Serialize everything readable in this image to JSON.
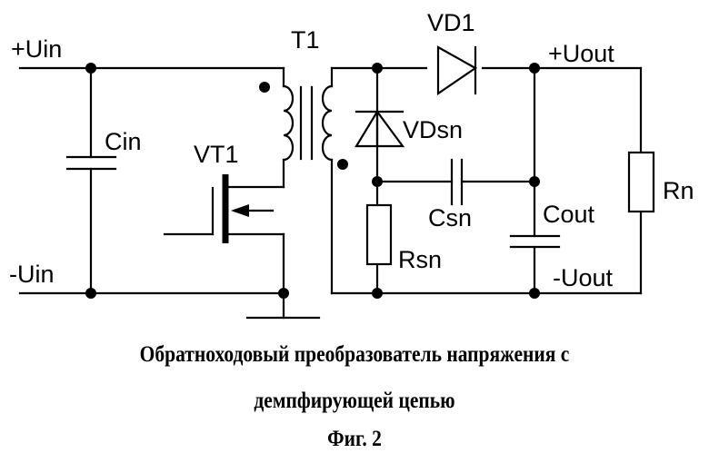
{
  "figure": {
    "caption_line1": "Обратноходовый преобразователь напряжения с",
    "caption_line2": "демпфирующей цепью",
    "figure_label": "Фиг. 2"
  },
  "terminals": {
    "input_positive": "+Uin",
    "input_negative": "-Uin",
    "output_positive": "+Uout",
    "output_negative": "-Uout"
  },
  "components": {
    "input_capacitor": "Cin",
    "transistor": "VT1",
    "transformer": "T1",
    "output_diode": "VD1",
    "snubber_diode": "VDsn",
    "snubber_capacitor": "Csn",
    "snubber_resistor": "Rsn",
    "output_capacitor": "Cout",
    "load_resistor": "Rn"
  }
}
